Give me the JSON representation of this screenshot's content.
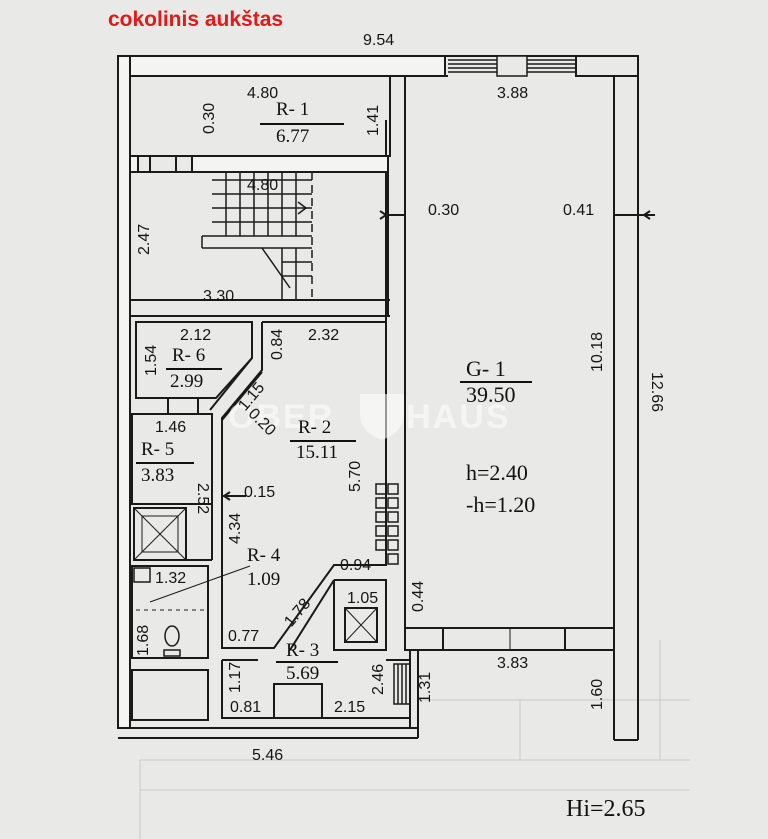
{
  "title": "cokolinis aukštas",
  "footer": "Hi=2.65",
  "watermark": {
    "left": "OBER",
    "right": "HAUS"
  },
  "rooms": [
    {
      "id": "R- 1",
      "area": "6.77"
    },
    {
      "id": "R- 2",
      "area": "15.11"
    },
    {
      "id": "R- 3",
      "area": "5.69"
    },
    {
      "id": "R- 4",
      "area": "1.09"
    },
    {
      "id": "R- 5",
      "area": "3.83"
    },
    {
      "id": "R- 6",
      "area": "2.99"
    },
    {
      "id": "G- 1",
      "area": "39.50"
    }
  ],
  "garage_heights": {
    "h": "h=2.40",
    "neg_h": "-h=1.20"
  },
  "dimensions": {
    "d954": "9.54",
    "d480a": "4.80",
    "d030a": "0.30",
    "d141": "1.41",
    "d480b": "4.80",
    "d388": "3.88",
    "d247": "2.47",
    "d030b": "0.30",
    "d041": "0.41",
    "d330": "3.30",
    "d212": "2.12",
    "d084": "0.84",
    "d232": "2.32",
    "d154": "1.54",
    "d115": "1.15",
    "d020": "0.20",
    "d1018": "10.18",
    "d1266": "12.66",
    "d146": "1.46",
    "d570": "5.70",
    "d015": "0.15",
    "d252": "2.52",
    "d434": "4.34",
    "d094": "0.94",
    "d132": "1.32",
    "d178": "1.78",
    "d105": "1.05",
    "d044": "0.44",
    "d168": "1.68",
    "d077": "0.77",
    "d383": "3.83",
    "d117": "1.17",
    "d246": "2.46",
    "d131": "1.31",
    "d160": "1.60",
    "d081": "0.81",
    "d215": "2.15",
    "d546": "5.46"
  }
}
